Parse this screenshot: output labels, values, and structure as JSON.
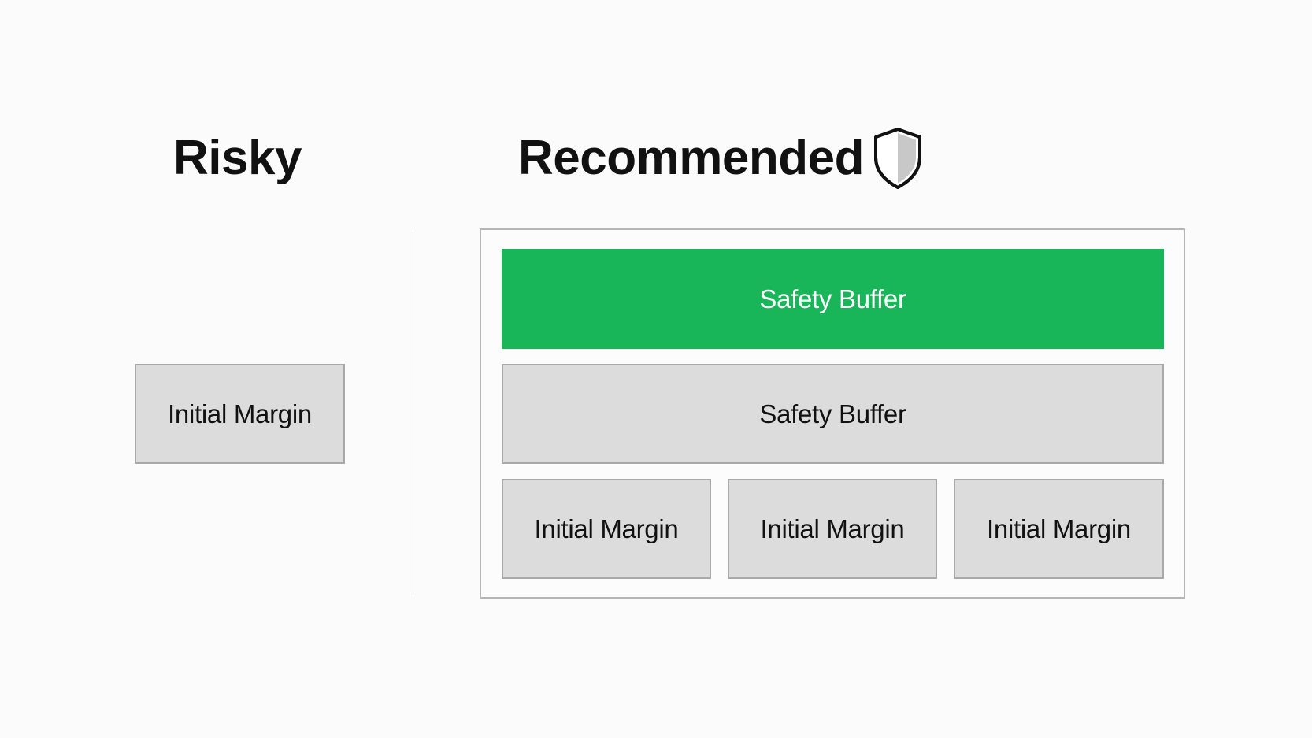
{
  "risky": {
    "title": "Risky",
    "block_label": "Initial Margin"
  },
  "recommended": {
    "title": "Recommended",
    "icon": "shield-icon",
    "rows": {
      "buffer_primary": "Safety Buffer",
      "buffer_secondary": "Safety Buffer",
      "margins": [
        "Initial Margin",
        "Initial Margin",
        "Initial Margin"
      ]
    }
  },
  "colors": {
    "accent_green": "#19b559",
    "block_gray": "#dcdcdc",
    "block_border": "#a9a9a9",
    "text": "#111111"
  }
}
